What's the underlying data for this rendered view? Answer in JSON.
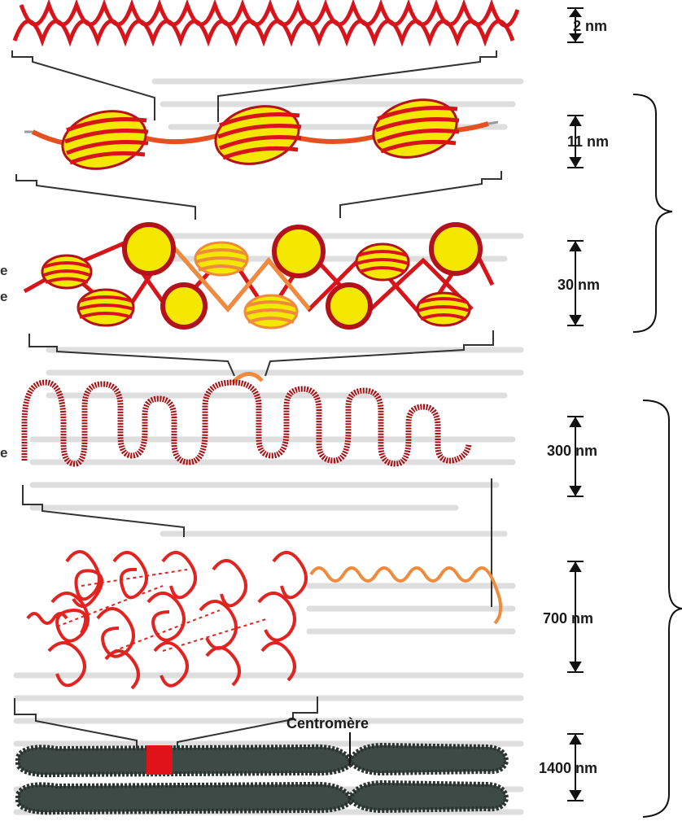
{
  "scale_labels": {
    "dna": "2 nm",
    "nucleosome_fiber": "11 nm",
    "solenoid": "30 nm",
    "loops": "300 nm",
    "condensed": "700 nm",
    "chromosome": "1400 nm"
  },
  "centromere_label": "Centromère",
  "edge_fragments": {
    "e1": "e",
    "e2": "e",
    "e3": "e"
  },
  "colors": {
    "dna_red": "#d8141b",
    "dna_orange": "#f08a3c",
    "histone_yellow": "#f5e800",
    "bead_red": "#b3121a",
    "chromatid_gray": "#3e4a45",
    "centromere_red": "#e0121a",
    "background_text": "#c9c9c9"
  }
}
